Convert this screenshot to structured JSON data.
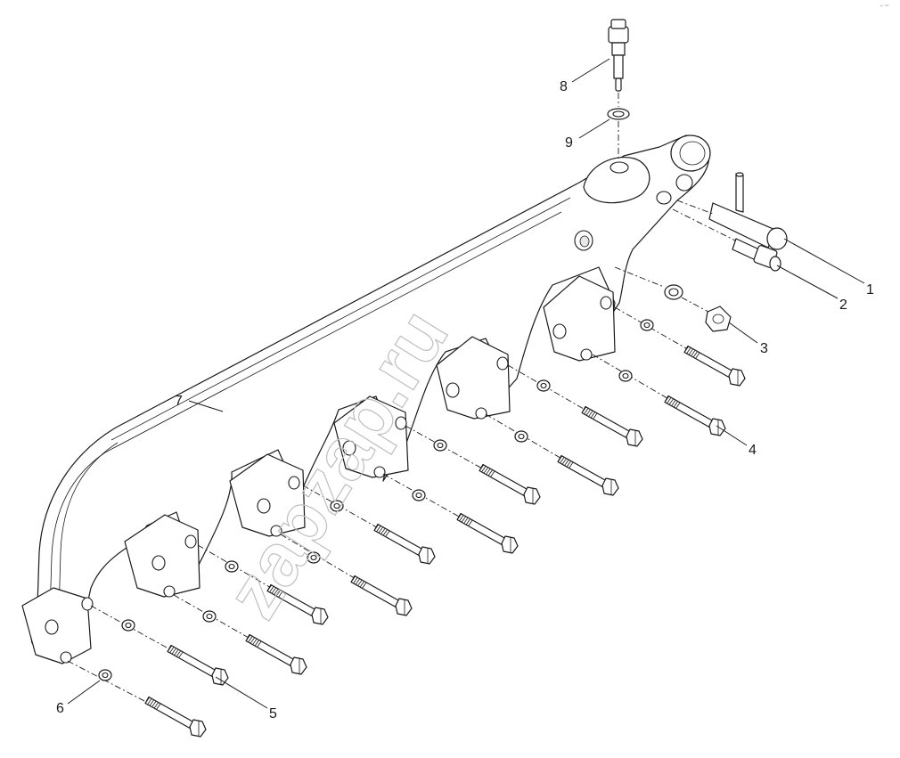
{
  "corner_mark": "⌐ ═",
  "watermark": "zapzap.ru",
  "callouts": [
    {
      "id": "1",
      "label": "1"
    },
    {
      "id": "2",
      "label": "2"
    },
    {
      "id": "3",
      "label": "3"
    },
    {
      "id": "4",
      "label": "4"
    },
    {
      "id": "5",
      "label": "5"
    },
    {
      "id": "6",
      "label": "6"
    },
    {
      "id": "7",
      "label": "7"
    },
    {
      "id": "8",
      "label": "8"
    },
    {
      "id": "9",
      "label": "9"
    }
  ]
}
